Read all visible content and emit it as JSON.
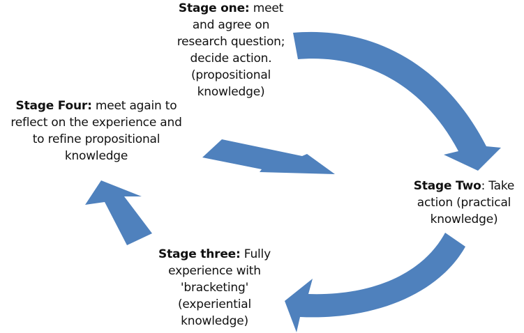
{
  "diagram": {
    "type": "cycle",
    "arrow_color": "#4f81bd",
    "stages": [
      {
        "id": "stage-one",
        "title": "Stage one:",
        "lines": [
          "meet",
          "and agree on",
          "research question;",
          "decide action.",
          "(propositional",
          "knowledge)"
        ]
      },
      {
        "id": "stage-two",
        "title": "Stage Two",
        "lines": [
          ": Take",
          "action (practical",
          "knowledge)"
        ]
      },
      {
        "id": "stage-three",
        "title": "Stage three:",
        "lines": [
          "Fully",
          "experience with",
          "'bracketing'",
          "(experiential",
          "knowledge)"
        ]
      },
      {
        "id": "stage-four",
        "title": "Stage Four:",
        "lines": [
          "meet again to",
          "reflect on the experience and",
          "to refine propositional",
          "knowledge"
        ]
      }
    ],
    "arrows": [
      {
        "from": "Stage one",
        "to": "Stage Two",
        "direction": "clockwise-down"
      },
      {
        "from": "Stage Two",
        "to": "Stage three",
        "direction": "clockwise-left"
      },
      {
        "from": "Stage three",
        "to": "Stage Four",
        "direction": "up-left"
      },
      {
        "from": "Stage Four",
        "to": "centre",
        "direction": "right"
      }
    ]
  }
}
